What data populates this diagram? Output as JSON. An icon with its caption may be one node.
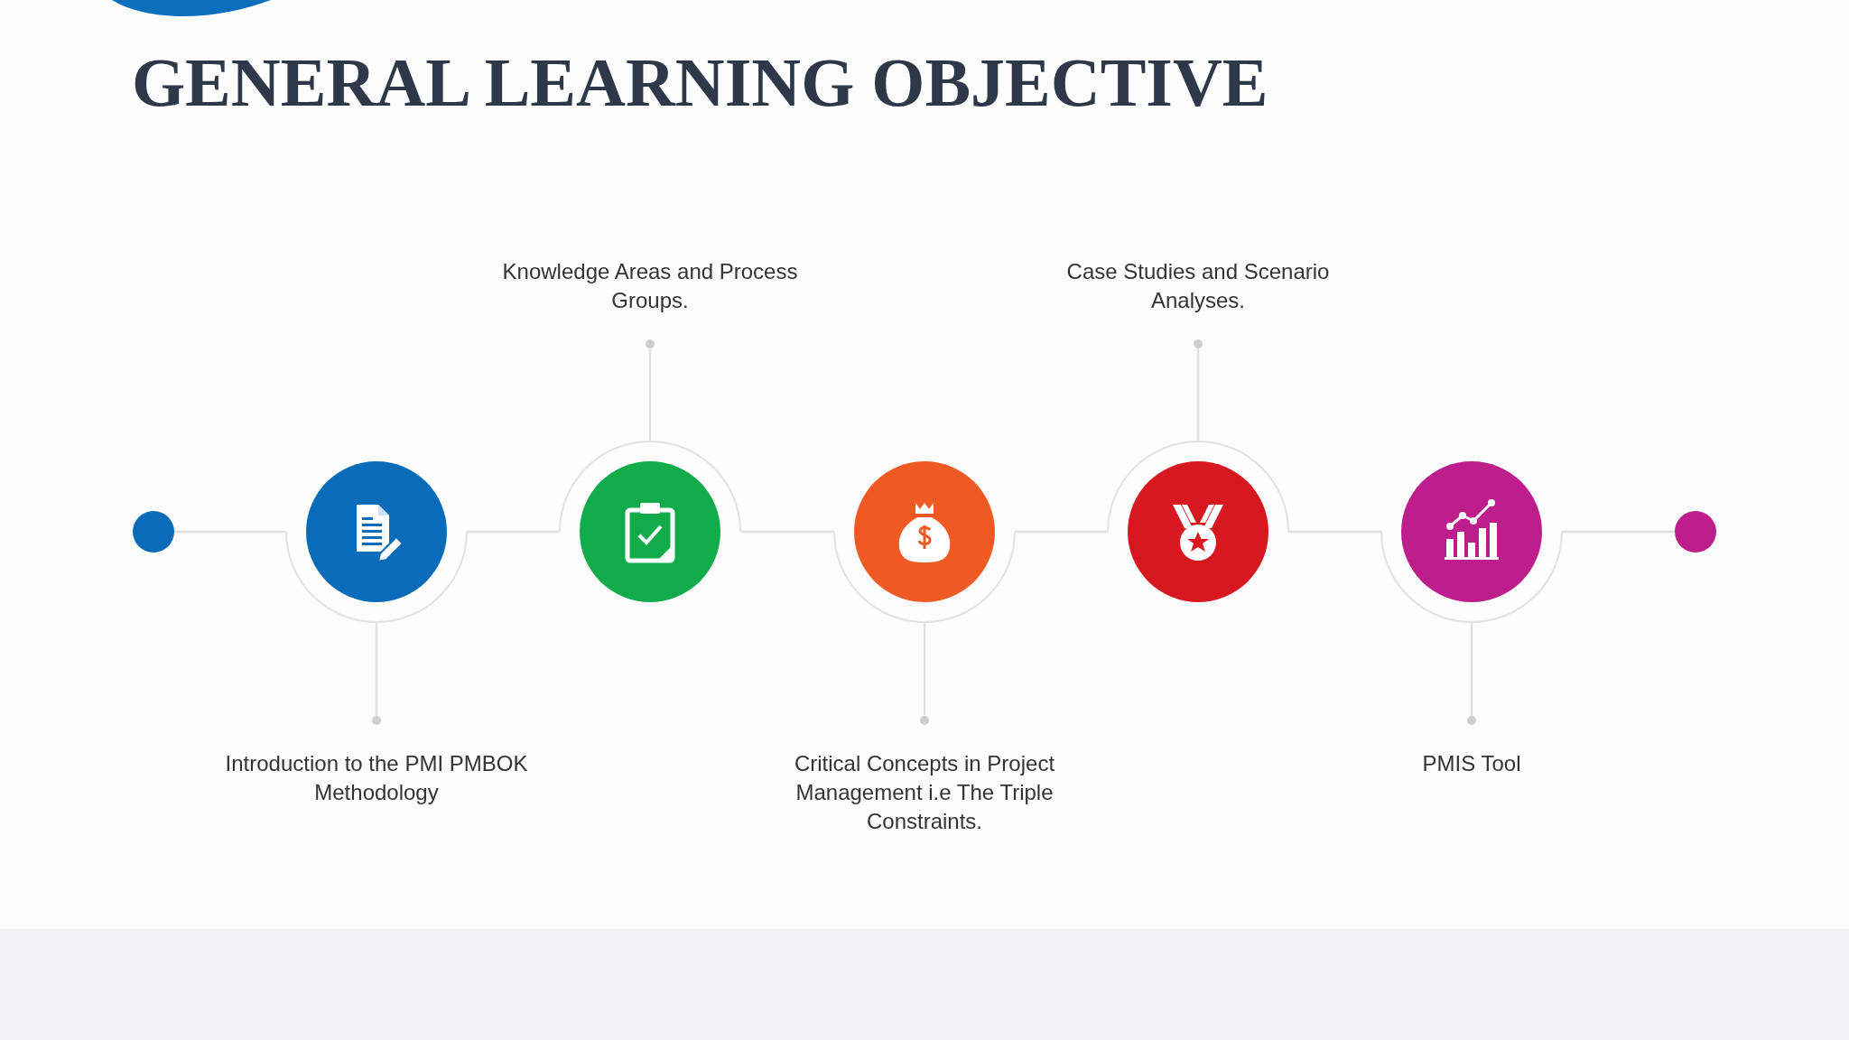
{
  "diagram": {
    "title": "GENERAL LEARNING OBJECTIVE",
    "nodes": [
      {
        "text": [],
        "shape": "circle"
      },
      {
        "text": [],
        "shape": "circle"
      },
      {
        "text": [],
        "shape": "circle"
      },
      {
        "text": [],
        "shape": "circle"
      },
      {
        "text": [],
        "shape": "circle"
      },
      {
        "text": [],
        "shape": "circle"
      },
      {
        "text": [],
        "shape": "circle"
      },
      {
        "text": [
          "Introduction to the PMI PMBOK Methodology"
        ]
      },
      {
        "text": [
          "Knowledge Areas and Process Groups."
        ]
      },
      {
        "text": [
          "Critical Concepts in Project Management i.e The Triple Constraints."
        ]
      },
      {
        "text": [
          "Case Studies and Scenario Analyses."
        ]
      },
      {
        "text": [
          "PMIS Tool"
        ]
      }
    ],
    "edges": [
      {
        "from": 0,
        "to": 1,
        "arrow": "none"
      },
      {
        "from": 1,
        "to": 2,
        "arrow": "none"
      },
      {
        "from": 2,
        "to": 3,
        "arrow": "none"
      },
      {
        "from": 3,
        "to": 4,
        "arrow": "none"
      },
      {
        "from": 4,
        "to": 5,
        "arrow": "none"
      },
      {
        "from": 5,
        "to": 6,
        "arrow": "none"
      },
      {
        "from": 7,
        "to": 1,
        "arrow": "other"
      },
      {
        "from": 8,
        "to": 2,
        "arrow": "other"
      },
      {
        "from": 9,
        "to": 3,
        "arrow": "other"
      },
      {
        "from": 10,
        "to": 4,
        "arrow": "other"
      },
      {
        "from": 11,
        "to": 5,
        "arrow": "other"
      }
    ]
  }
}
